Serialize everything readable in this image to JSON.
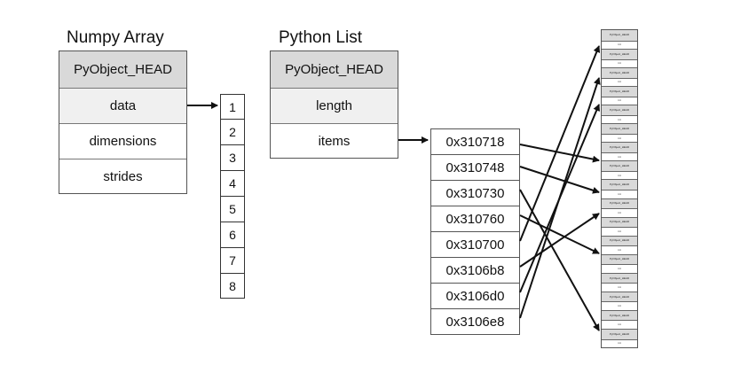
{
  "numpy": {
    "title": "Numpy Array",
    "fields": [
      "PyObject_HEAD",
      "data",
      "dimensions",
      "strides"
    ]
  },
  "data_buffer": {
    "values": [
      "1",
      "2",
      "3",
      "4",
      "5",
      "6",
      "7",
      "8"
    ]
  },
  "pylist": {
    "title": "Python List",
    "fields": [
      "PyObject_HEAD",
      "length",
      "items"
    ]
  },
  "items": {
    "addresses": [
      "0x310718",
      "0x310748",
      "0x310730",
      "0x310760",
      "0x310700",
      "0x3106b8",
      "0x3106d0",
      "0x3106e8"
    ]
  },
  "memory": {
    "header_label": "PyObject_HEAD",
    "value_label": "int",
    "object_count": 17
  },
  "colors": {
    "header_fill": "#d9d9d9",
    "data_fill": "#f0f0f0",
    "arrow": "#111111"
  }
}
